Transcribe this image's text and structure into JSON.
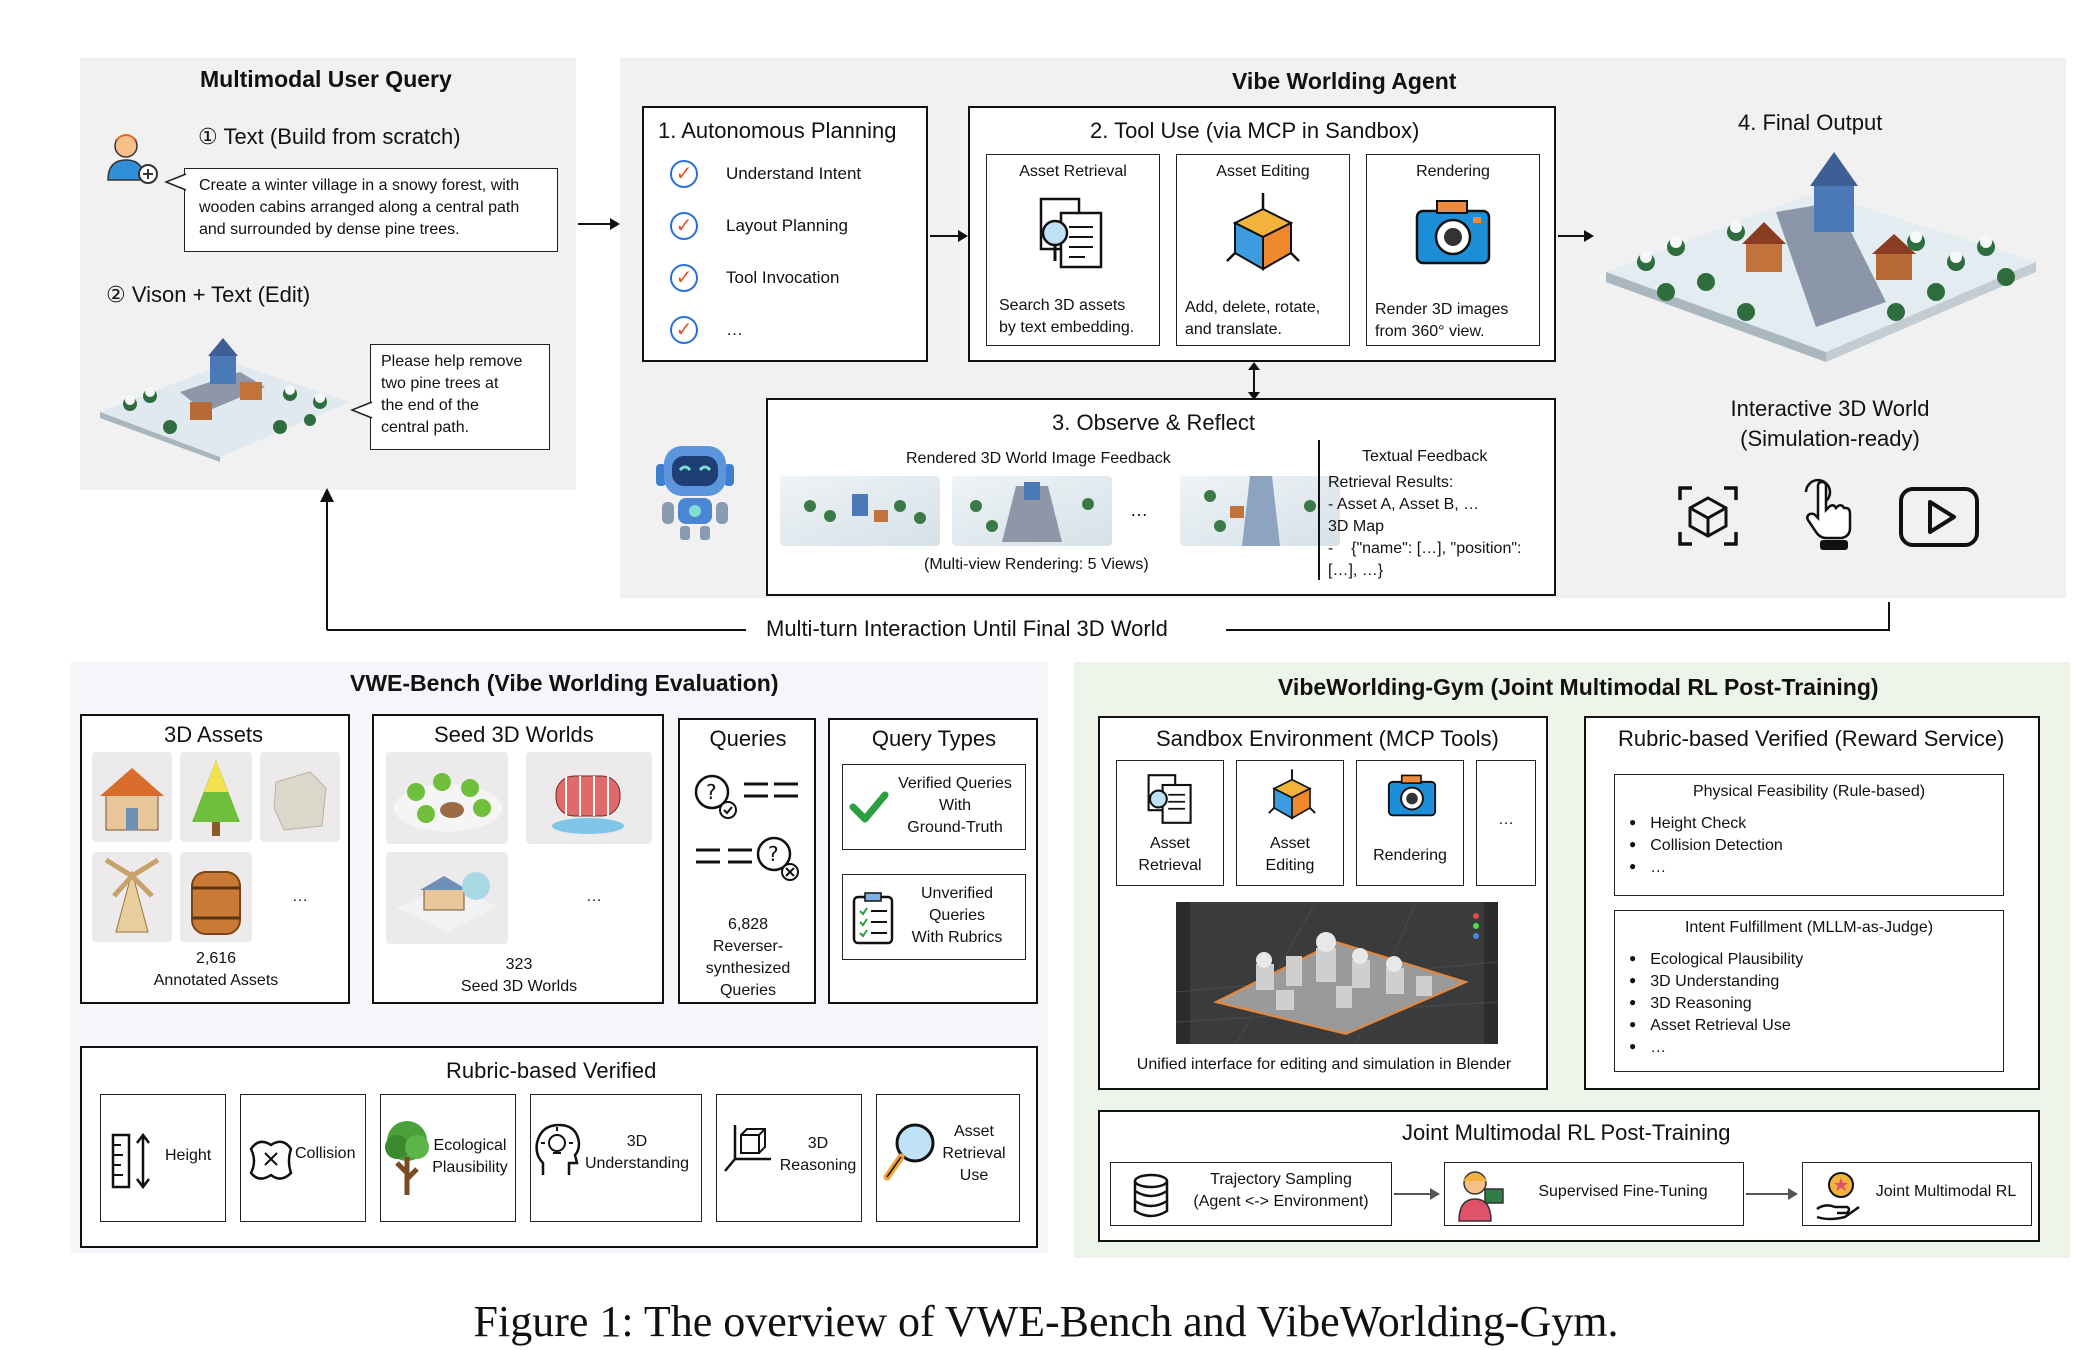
{
  "query_panel": {
    "title": "Multimodal User Query",
    "text_mode": "① Text (Build from scratch)",
    "text_prompt_lines": [
      "Create a winter village in a snowy forest, with",
      "wooden cabins arranged along a central path",
      "and surrounded by dense pine trees."
    ],
    "edit_mode": "② Vison + Text (Edit)",
    "edit_prompt_lines": [
      "Please help remove",
      "two pine trees at",
      "the end of the",
      "central path."
    ]
  },
  "agent_panel": {
    "title": "Vibe Worlding Agent",
    "planning": {
      "title": "1. Autonomous Planning",
      "items": [
        "Understand Intent",
        "Layout Planning",
        "Tool Invocation",
        "…"
      ]
    },
    "tool_use": {
      "title": "2. Tool Use (via MCP in Sandbox)",
      "tools": [
        {
          "name": "Asset Retrieval",
          "desc_lines": [
            "Search 3D assets",
            "by text embedding."
          ]
        },
        {
          "name": "Asset Editing",
          "desc_lines": [
            "Add, delete, rotate,",
            "and translate."
          ]
        },
        {
          "name": "Rendering",
          "desc_lines": [
            "Render 3D images",
            "from 360° view."
          ]
        }
      ]
    },
    "observe": {
      "title": "3. Observe & Reflect",
      "image_feedback": "Rendered 3D World Image Feedback",
      "ellipsis": "…",
      "multiview": "(Multi-view Rendering: 5 Views)",
      "text_feedback_title": "Textual Feedback",
      "text_feedback_lines": [
        "Retrieval Results:",
        "- Asset A, Asset B, …",
        "3D Map",
        "-    {\"name\": […], \"position\":",
        "[…], …}"
      ]
    },
    "final": {
      "title": "4. Final Output",
      "interactive_lines": [
        "Interactive 3D World",
        "(Simulation-ready)"
      ]
    }
  },
  "loop_label": "Multi-turn Interaction Until Final 3D World",
  "bench_panel": {
    "title": "VWE-Bench (Vibe Worlding Evaluation)",
    "assets": {
      "title": "3D Assets",
      "ellipsis": "…",
      "count": "2,616",
      "label": "Annotated Assets"
    },
    "seed": {
      "title": "Seed 3D Worlds",
      "ellipsis": "…",
      "count": "323",
      "label": "Seed 3D Worlds"
    },
    "queries": {
      "title": "Queries",
      "count": "6,828",
      "label_lines": [
        "Reverser-",
        "synthesized",
        "Queries"
      ]
    },
    "query_types": {
      "title": "Query Types",
      "verified_lines": [
        "Verified Queries",
        "With",
        "Ground-Truth"
      ],
      "unverified_lines": [
        "Unverified",
        "Queries",
        "With Rubrics"
      ]
    },
    "rubric": {
      "title": "Rubric-based Verified",
      "items": [
        {
          "lines": [
            "Height"
          ]
        },
        {
          "lines": [
            "Collision"
          ]
        },
        {
          "lines": [
            "Ecological",
            "Plausibility"
          ]
        },
        {
          "lines": [
            "3D",
            "Understanding"
          ]
        },
        {
          "lines": [
            "3D",
            "Reasoning"
          ]
        },
        {
          "lines": [
            "Asset",
            "Retrieval",
            "Use"
          ]
        }
      ]
    }
  },
  "gym_panel": {
    "title": "VibeWorlding-Gym (Joint Multimodal RL Post-Training)",
    "sandbox": {
      "title": "Sandbox Environment (MCP Tools)",
      "tools": [
        {
          "lines": [
            "Asset",
            "Retrieval"
          ]
        },
        {
          "lines": [
            "Asset",
            "Editing"
          ]
        },
        {
          "lines": [
            "Rendering"
          ]
        },
        {
          "lines": [
            "…"
          ]
        }
      ],
      "caption": "Unified interface for editing and simulation in Blender"
    },
    "reward": {
      "title": "Rubric-based Verified (Reward Service)",
      "physical_title": "Physical Feasibility (Rule-based)",
      "physical_items": [
        "Height Check",
        "Collision Detection",
        "…"
      ],
      "intent_title": "Intent Fulfillment (MLLM-as-Judge)",
      "intent_items": [
        "Ecological Plausibility",
        "3D Understanding",
        "3D Reasoning",
        "Asset Retrieval Use",
        "…"
      ]
    },
    "rl": {
      "title": "Joint Multimodal RL Post-Training",
      "steps": [
        {
          "lines": [
            "Trajectory Sampling",
            "(Agent <-> Environment)"
          ]
        },
        {
          "lines": [
            "Supervised Fine-Tuning"
          ]
        },
        {
          "lines": [
            "Joint Multimodal RL"
          ]
        }
      ]
    }
  },
  "caption": "Figure 1: The overview of VWE-Bench and VibeWorlding-Gym.",
  "colors": {
    "check_ring": "#2a6fd6",
    "check_mark": "#e2562c",
    "robot": "#3f7fd0",
    "camera": "#1d8fd8",
    "cube": "#f2b33d"
  }
}
